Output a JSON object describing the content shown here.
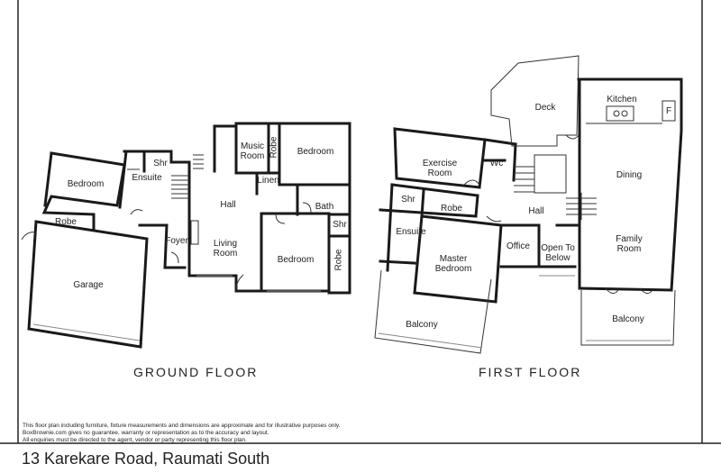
{
  "ground_floor": {
    "title": "GROUND FLOOR",
    "rooms": {
      "bedroom_west": "Bedroom",
      "ensuite": "Ensuite",
      "shr_ensuite": "Shr",
      "music_room": "Music\nRoom",
      "robe_music": "Robe",
      "bedroom_north": "Bedroom",
      "linen": "Linen",
      "hall": "Hall",
      "bath": "Bath",
      "shr_bath": "Shr",
      "robe_west": "Robe",
      "foyer": "Foyer",
      "living_room": "Living\nRoom",
      "bedroom_south": "Bedroom",
      "robe_south": "Robe",
      "garage": "Garage"
    }
  },
  "first_floor": {
    "title": "FIRST FLOOR",
    "rooms": {
      "deck": "Deck",
      "kitchen": "Kitchen",
      "fridge": "F",
      "exercise_room": "Exercise\nRoom",
      "wc": "Wc",
      "dining": "Dining",
      "shr": "Shr",
      "robe": "Robe",
      "hall": "Hall",
      "ensuite": "Ensuite",
      "master_bedroom": "Master\nBedroom",
      "office": "Office",
      "open_to_below": "Open To\nBelow",
      "family_room": "Family\nRoom",
      "balcony_west": "Balcony",
      "balcony_east": "Balcony"
    }
  },
  "disclaimer": {
    "line1": "This floor plan including furniture, fixture measurements and dimensions are approximate and for illustrative purposes only.",
    "line2": "BoxBrownie.com gives no guarantee, warranty or representation as to the accuracy and layout.",
    "line3": "All enquiries must be directed to the agent, vendor or party representing this floor plan."
  },
  "address": "13 Karekare Road, Raumati South"
}
